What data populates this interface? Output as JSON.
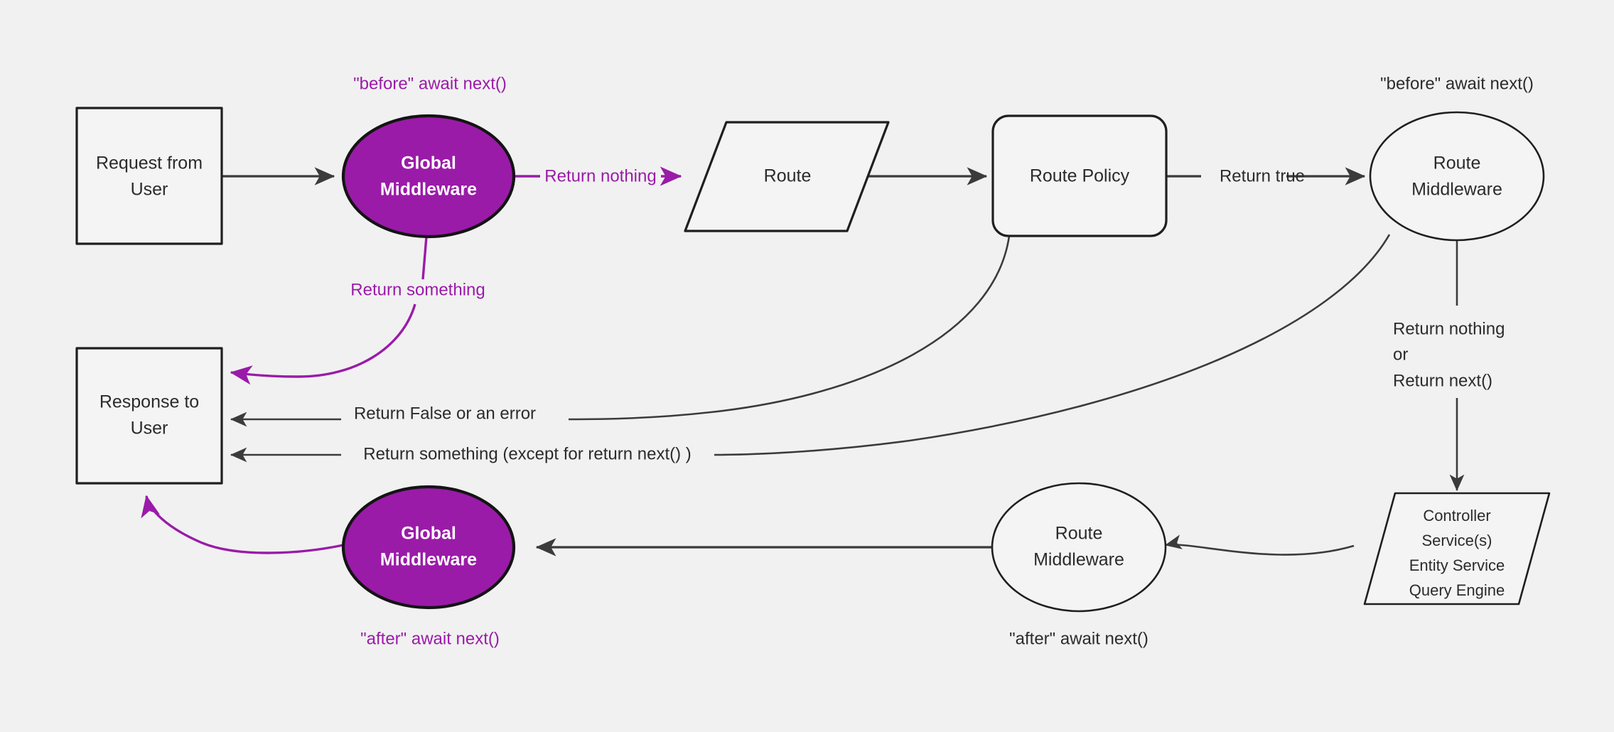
{
  "diagram": {
    "background_color": "#f1f1f1",
    "accent_color": "#9a1ba8",
    "line_color": "#3b3b3b",
    "node_fill": "#f4f4f4",
    "nodes": {
      "request_from_user": {
        "line1": "Request from",
        "line2": "User",
        "shape": "rectangle"
      },
      "global_middleware_before": {
        "line1": "Global",
        "line2": "Middleware",
        "shape": "ellipse"
      },
      "route": {
        "line1": "Route",
        "shape": "parallelogram"
      },
      "route_policy": {
        "line1": "Route Policy",
        "shape": "rounded-rectangle"
      },
      "route_middleware_before": {
        "line1": "Route",
        "line2": "Middleware",
        "shape": "ellipse"
      },
      "controller_services": {
        "line1": "Controller",
        "line2": "Service(s)",
        "line3": "Entity Service",
        "line4": "Query Engine",
        "shape": "parallelogram"
      },
      "route_middleware_after": {
        "line1": "Route",
        "line2": "Middleware",
        "shape": "ellipse"
      },
      "global_middleware_after": {
        "line1": "Global",
        "line2": "Middleware",
        "shape": "ellipse"
      },
      "response_to_user": {
        "line1": "Response to",
        "line2": "User",
        "shape": "rectangle"
      }
    },
    "captions": {
      "global_before": "\"before\" await next()",
      "route_middleware_before": "\"before\" await next()",
      "global_after": "\"after\" await next()",
      "route_middleware_after": "\"after\" await next()"
    },
    "edge_labels": {
      "return_nothing": "Return nothing",
      "return_something_global": "Return something",
      "return_true": "Return true",
      "return_false_or_error": "Return False or an error",
      "return_something_except_next": "Return something (except for return next() )",
      "return_nothing_or_next_1": "Return nothing",
      "return_nothing_or_next_2": "or",
      "return_nothing_or_next_3": "Return next()"
    }
  }
}
